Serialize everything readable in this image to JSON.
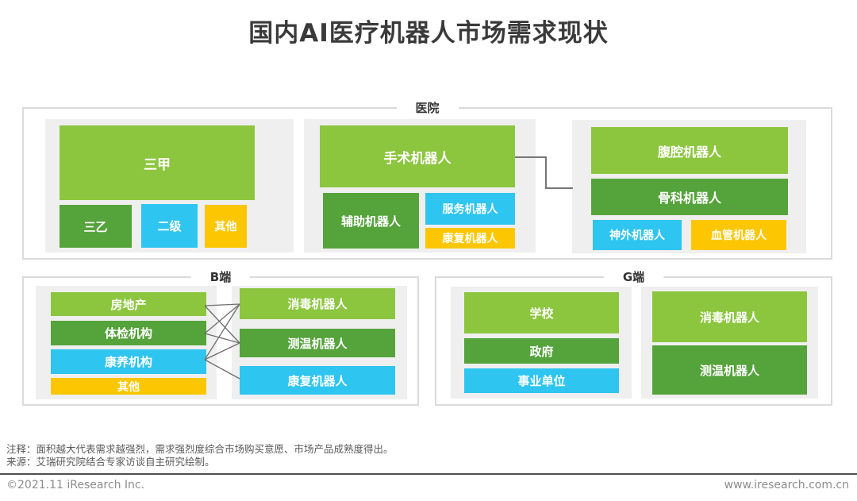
{
  "title": "国内AI医疗机器人市场需求现状",
  "sections": {
    "hospital": {
      "label": "医院",
      "tiers": {
        "t3a": "三甲",
        "t3b": "三乙",
        "t2": "二级",
        "other": "其他"
      },
      "surgery": {
        "surgical": "手术机器人",
        "assist": "辅助机器人",
        "service": "服务机器人",
        "rehab": "康复机器人"
      },
      "types": {
        "laparoscopic": "腹腔机器人",
        "orthopedic": "骨科机器人",
        "neurosurgery": "神外机器人",
        "vascular": "血管机器人"
      }
    },
    "b_side": {
      "label": "B端",
      "customers": [
        "房地产",
        "体检机构",
        "康养机构",
        "其他"
      ],
      "robots": [
        "消毒机器人",
        "测温机器人",
        "康复机器人"
      ]
    },
    "g_side": {
      "label": "G端",
      "customers": [
        "学校",
        "政府",
        "事业单位"
      ],
      "robots": [
        "消毒机器人",
        "测温机器人"
      ]
    }
  },
  "notes": {
    "annotation": "注释：面积越大代表需求越强烈，需求强烈度综合市场购买意愿、市场产品成熟度得出。",
    "source": "来源：艾瑞研究院结合专家访谈自主研究绘制。"
  },
  "footer": {
    "copyright": "©2021.11 iResearch Inc.",
    "website": "www.iresearch.com.cn"
  },
  "colors": {
    "light_green": "#8CC63F",
    "dark_green": "#55A33B",
    "cyan": "#2EC5F1",
    "yellow": "#FCC602",
    "panel_bg": "#F0EFEF",
    "section_border": "#DBDBDB",
    "connector_line": "#757575",
    "box_text": "#FFFFFF",
    "title_text": "#3A3A3A"
  }
}
